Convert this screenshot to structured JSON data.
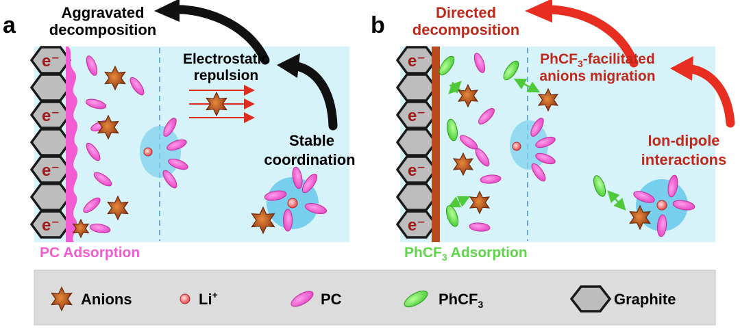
{
  "panel_a": {
    "letter": "a",
    "title_line1": "Aggravated",
    "title_line2": "decomposition",
    "repulsion_line1": "Electrostatic",
    "repulsion_line2": "repulsion",
    "stable_line1": "Stable",
    "stable_line2": "coordination",
    "adsorption_label": "PC Adsorption",
    "electron_label": "e⁻"
  },
  "panel_b": {
    "letter": "b",
    "title_line1": "Directed",
    "title_line2": "decomposition",
    "migration_line1_pre": "PhCF",
    "migration_line1_sub": "3",
    "migration_line1_post": "-facilitated",
    "migration_line2": "anions migration",
    "iondipole_line1": "Ion-dipole",
    "iondipole_line2": "interactions",
    "adsorption_pre": "PhCF",
    "adsorption_sub": "3",
    "adsorption_post": " Adsorption",
    "electron_label": "e⁻"
  },
  "legend": {
    "anions": "Anions",
    "li_pre": "Li",
    "li_sup": "+",
    "pc": "PC",
    "phcf3_pre": "PhCF",
    "phcf3_sub": "3",
    "graphite": "Graphite"
  },
  "colors": {
    "electrolyte": "#d6f3f9",
    "pc": "#f25bd2",
    "phcf3": "#62e24e",
    "anion": "#b8521a",
    "red_arrow": "#e82e20",
    "red_text": "#c0281c",
    "sei_b": "#b94a1e",
    "graphite": "#bdbdbd",
    "legend_bg": "#dcdcdc"
  }
}
